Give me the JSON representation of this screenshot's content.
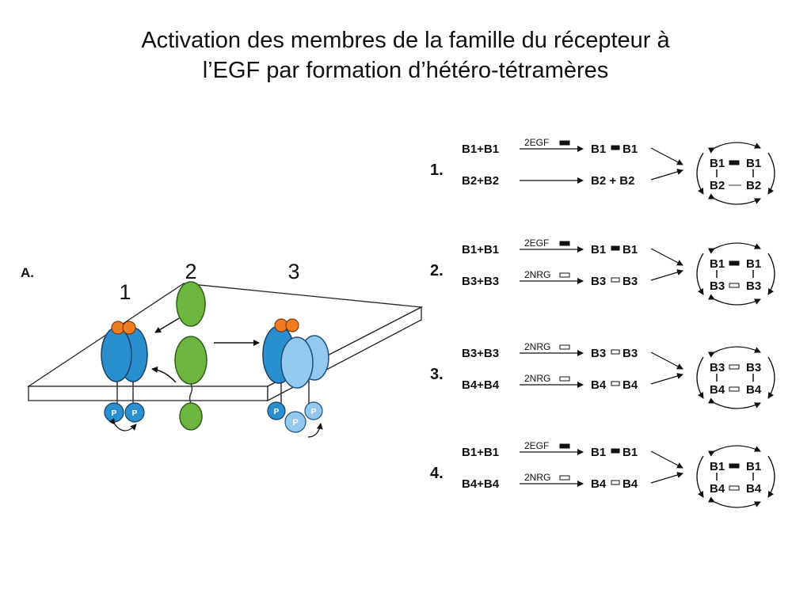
{
  "title": {
    "line1": "Activation des membres de la famille du récepteur à",
    "line2": "l’EGF par formation d’hétéro-tétramères"
  },
  "panel_a": {
    "label": "A.",
    "receptor_labels": [
      "1",
      "2",
      "3"
    ],
    "phospho_label": "P"
  },
  "colors": {
    "receptor_dark": "#2a8fcf",
    "receptor_light": "#93c9ef",
    "ligand_green": "#6eb540",
    "egf_orange": "#f07d22",
    "membrane": "#ffffff",
    "ink": "#111111"
  },
  "schemes": [
    {
      "num": "1.",
      "row1": {
        "left": "B1+B1",
        "ligand": "2EGF",
        "right": "B1",
        "right2": "B1"
      },
      "row2": {
        "left": "B2+B2",
        "ligand": "",
        "right": "B2 + B2"
      },
      "tetramer": {
        "top_left": "B1",
        "top_right": "B1",
        "bottom_left": "B2",
        "bottom_right": "B2"
      }
    },
    {
      "num": "2.",
      "row1": {
        "left": "B1+B1",
        "ligand": "2EGF",
        "right": "B1",
        "right2": "B1"
      },
      "row2": {
        "left": "B3+B3",
        "ligand": "2NRG",
        "right": "B3",
        "right2": "B3"
      },
      "tetramer": {
        "top_left": "B1",
        "top_right": "B1",
        "bottom_left": "B3",
        "bottom_right": "B3"
      }
    },
    {
      "num": "3.",
      "row1": {
        "left": "B3+B3",
        "ligand": "2NRG",
        "right": "B3",
        "right2": "B3"
      },
      "row2": {
        "left": "B4+B4",
        "ligand": "2NRG",
        "right": "B4",
        "right2": "B4"
      },
      "tetramer": {
        "top_left": "B3",
        "top_right": "B3",
        "bottom_left": "B4",
        "bottom_right": "B4"
      }
    },
    {
      "num": "4.",
      "row1": {
        "left": "B1+B1",
        "ligand": "2EGF",
        "right": "B1",
        "right2": "B1"
      },
      "row2": {
        "left": "B4+B4",
        "ligand": "2NRG",
        "right": "B4",
        "right2": "B4"
      },
      "tetramer": {
        "top_left": "B1",
        "top_right": "B1",
        "bottom_left": "B4",
        "bottom_right": "B4"
      }
    }
  ]
}
